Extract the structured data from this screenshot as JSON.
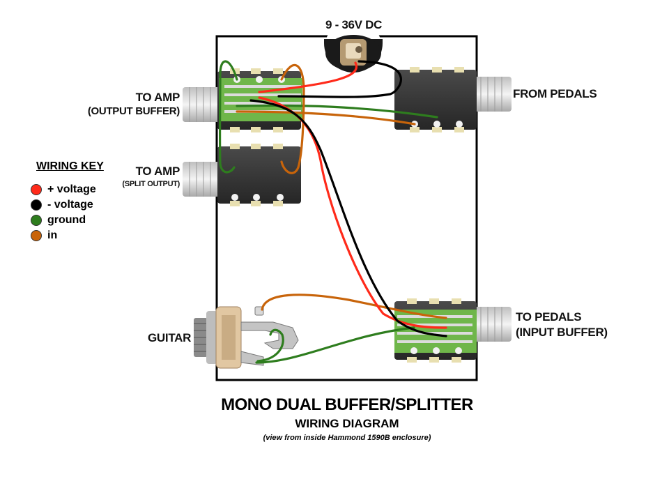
{
  "power_label": "9 - 36V DC",
  "labels": {
    "to_amp_output": [
      "TO AMP",
      "(OUTPUT BUFFER)"
    ],
    "to_amp_split": [
      "TO AMP",
      "(SPLIT OUTPUT)"
    ],
    "from_pedals": "FROM PEDALS",
    "to_pedals_input": [
      "TO PEDALS",
      "(INPUT BUFFER)"
    ],
    "guitar": "GUITAR"
  },
  "wiring_key": {
    "title": "WIRING KEY",
    "items": [
      {
        "label": "+ voltage",
        "color": "#ff2a1a"
      },
      {
        "label": "- voltage",
        "color": "#000000"
      },
      {
        "label": "ground",
        "color": "#2e7d1e"
      },
      {
        "label": "in",
        "color": "#c8640a"
      }
    ]
  },
  "titles": {
    "main": "MONO DUAL BUFFER/SPLITTER",
    "sub": "WIRING DIAGRAM",
    "note": "(view from inside Hammond 1590B enclosure)"
  },
  "colors": {
    "pos": "#ff2a1a",
    "neg": "#000000",
    "ground": "#2e7d1e",
    "in": "#c8640a",
    "pcb": "#6fb64a",
    "jack_body": "#3a3a3a"
  }
}
